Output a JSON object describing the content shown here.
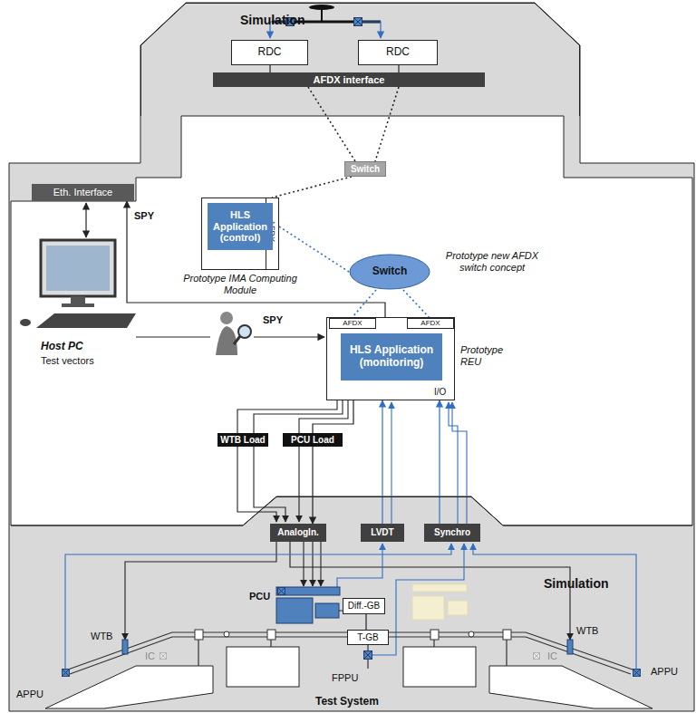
{
  "diagram": {
    "nodes": [
      {
        "text": [
          "Simulation"
        ]
      },
      {
        "text": [
          "RDC"
        ],
        "in": 0
      },
      {
        "text": [
          "RDC"
        ],
        "in": 0
      },
      {
        "text": [
          "AFDX interface"
        ],
        "in": 0
      },
      {
        "text": [
          "Eth. Interface"
        ]
      },
      {
        "text": [
          "Switch"
        ]
      },
      {
        "text": [
          "AFDX"
        ]
      },
      {
        "text": [
          "HLS Application (control)"
        ],
        "in": 6
      },
      {
        "text": [
          "Switch"
        ]
      },
      {
        "text": [
          "I/O"
        ]
      },
      {
        "text": [
          "AFDX"
        ],
        "in": 9
      },
      {
        "text": [
          "AFDX"
        ],
        "in": 9
      },
      {
        "text": [
          "HLS Application (monitoring)"
        ],
        "in": 9
      },
      {
        "text": [
          "WTB Load"
        ]
      },
      {
        "text": [
          "PCU Load"
        ]
      },
      {
        "text": [
          "AnalogIn."
        ]
      },
      {
        "text": [
          "LVDT"
        ]
      },
      {
        "text": [
          "Synchro"
        ]
      },
      {
        "text": [
          "Simulation"
        ]
      },
      {
        "text": [
          "Diff.-GB"
        ],
        "in": 18
      },
      {
        "text": [
          "T-GB"
        ],
        "in": 18
      }
    ],
    "edges": [
      {
        "from": 1,
        "to": 3,
        "arrow": "none"
      },
      {
        "from": 2,
        "to": 3,
        "arrow": "none"
      },
      {
        "from": 3,
        "to": 5,
        "arrow": "none"
      },
      {
        "from": 3,
        "to": 5,
        "arrow": "none"
      },
      {
        "from": 5,
        "to": 6,
        "arrow": "none"
      },
      {
        "from": 6,
        "to": 8,
        "arrow": "none"
      },
      {
        "from": 8,
        "to": 10,
        "arrow": "none"
      },
      {
        "from": 8,
        "to": 11,
        "arrow": "none"
      },
      {
        "from": 9,
        "to": 4,
        "label": "SPY",
        "arrow": "to"
      },
      {
        "from": 9,
        "to": 15,
        "arrow": "to"
      },
      {
        "from": 16,
        "to": 9,
        "arrow": "to"
      },
      {
        "from": 17,
        "to": 9,
        "arrow": "to"
      },
      {
        "from": 19,
        "to": 20,
        "arrow": "none"
      }
    ],
    "labels": [
      "Prototype IMA Computing Module",
      "SPY",
      "Host PC",
      "Test vectors",
      "Prototype new AFDX switch concept",
      "Prototype REU",
      "PCU",
      "WTB",
      "IC",
      "APPU",
      "FPPU",
      "IC",
      "WTB",
      "APPU",
      "Test System"
    ]
  }
}
